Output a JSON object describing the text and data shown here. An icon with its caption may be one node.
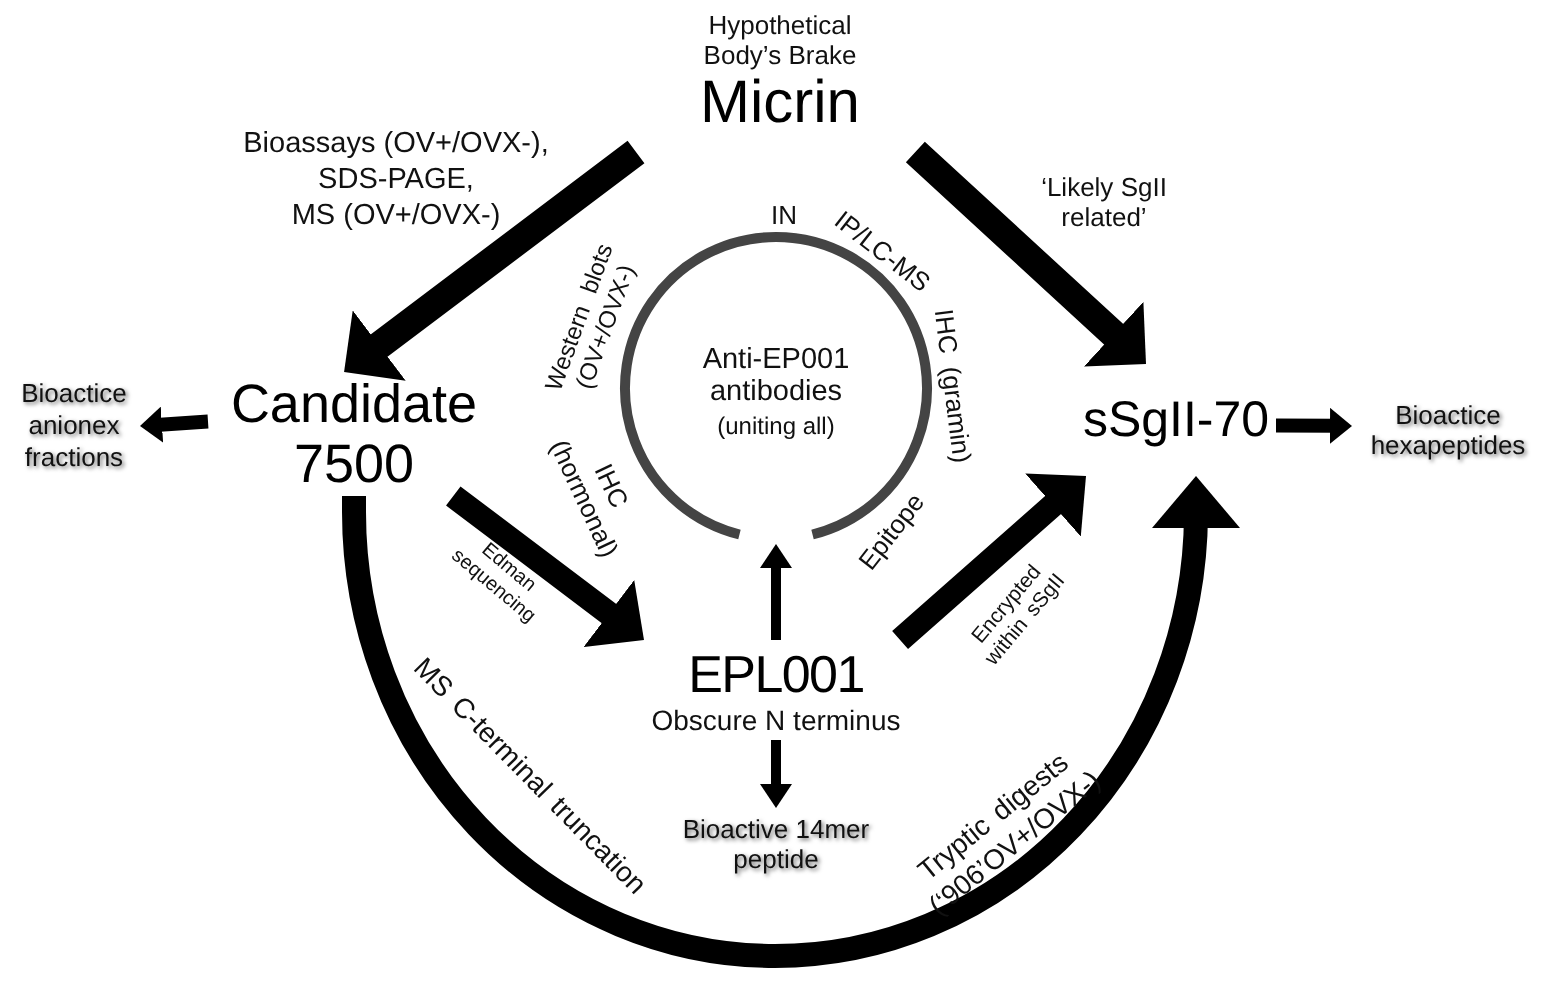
{
  "diagram": {
    "nodes": [
      {
        "text": [
          "Hypothetical Body’s Brake",
          "Micrin"
        ]
      },
      {
        "text": [
          "Candidate 7500"
        ]
      },
      {
        "text": [
          "Bioactice anionex fractions"
        ]
      },
      {
        "text": [
          "IN",
          "IP/LC-MS",
          "IHC (gramin)",
          "Epitope",
          "IHC (hormonal)",
          "Western blots (OV+/OVX-)",
          "Anti-EP001 antibodies",
          "(uniting all)"
        ]
      },
      {
        "text": [
          "sSgII-70"
        ]
      },
      {
        "text": [
          "Bioactice hexapeptides"
        ]
      },
      {
        "text": [
          "EPL001",
          "Obscure N terminus"
        ]
      },
      {
        "text": [
          "Bioactive 14mer peptide"
        ]
      }
    ],
    "edges": [
      {
        "from": 0,
        "to": 1,
        "arrow": "to",
        "label": "Bioassays (OV+/OVX-), SDS-PAGE, MS (OV+/OVX-)"
      },
      {
        "from": 0,
        "to": 4,
        "arrow": "to",
        "label": "‘Likely SgII related’"
      },
      {
        "from": 1,
        "to": 2,
        "arrow": "to"
      },
      {
        "from": 1,
        "to": 6,
        "arrow": "to",
        "label": "Edman sequencing"
      },
      {
        "from": 6,
        "to": 4,
        "arrow": "to",
        "label": "Encrypted within sSgII"
      },
      {
        "from": 6,
        "to": 3,
        "arrow": "to"
      },
      {
        "from": 6,
        "to": 7,
        "arrow": "to"
      },
      {
        "from": 4,
        "to": 5,
        "arrow": "to"
      },
      {
        "from": 1,
        "to": 4,
        "arrow": "to",
        "label": "MS C-terminal truncation"
      }
    ],
    "labels": [
      "Tryptic digests (‘906’OV+/OVX-)"
    ]
  }
}
